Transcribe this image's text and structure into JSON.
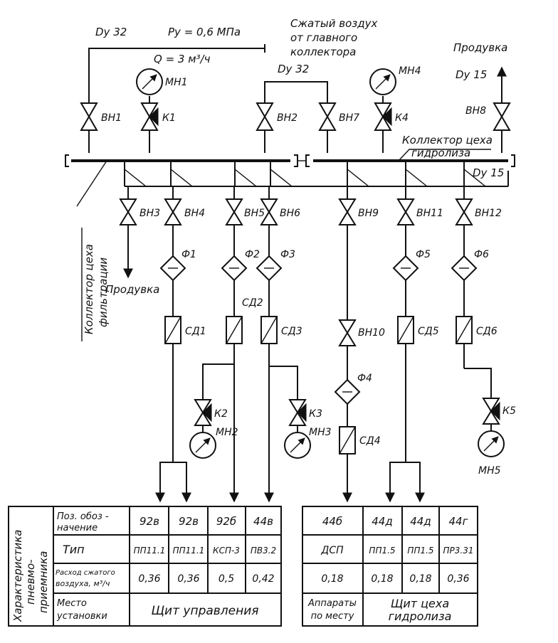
{
  "top": {
    "dy32_left": "Dy 32",
    "pressure": "Py = 0,6 МПа",
    "flow": "Q = 3 м³/ч",
    "supply_line1": "Сжатый воздух",
    "supply_line2": "от главного",
    "supply_line3": "коллектора",
    "dy32_mid": "Dy 32",
    "purge_top": "Продувка",
    "dy15_top": "Dy 15",
    "hydrolysis_line1": "Коллектор цеха",
    "hydrolysis_line2": "гидролиза",
    "dy15_bus": "Dy 15",
    "filtration_line1": "Коллектор цеха",
    "filtration_line2": "фильтрации",
    "purge_left": "Продувка"
  },
  "devices": {
    "bh1": "ВН1",
    "bh2": "ВН2",
    "bh3": "ВН3",
    "bh4": "ВН4",
    "bh5": "ВН5",
    "bh6": "ВН6",
    "bh7": "ВН7",
    "bh8": "ВН8",
    "bh9": "ВН9",
    "bh10": "ВН10",
    "bh11": "ВН11",
    "bh12": "ВН12",
    "k1": "К1",
    "k2": "К2",
    "k3": "К3",
    "k4": "К4",
    "k5": "К5",
    "mh1": "МН1",
    "mh2": "МН2",
    "mh3": "МН3",
    "mh4": "МН4",
    "mh5": "МН5",
    "f1": "Ф1",
    "f2": "Ф2",
    "f3": "Ф3",
    "f4": "Ф4",
    "f5": "Ф5",
    "f6": "Ф6",
    "sd1": "СД1",
    "sd2": "СД2",
    "sd3": "СД3",
    "sd4": "СД4",
    "sd5": "СД5",
    "sd6": "СД6"
  },
  "table": {
    "side_line1": "Характеристика",
    "side_line2": "пневмо-",
    "side_line3": "приемника",
    "row_pos_line1": "Поз. обоз -",
    "row_pos_line2": "начение",
    "row_type": "Тип",
    "row_flow_line1": "Расход сжатого",
    "row_flow_line2": "воздуха, м³/ч",
    "row_place_line1": "Место",
    "row_place_line2": "установки",
    "left_pos": [
      "92в",
      "92в",
      "92б",
      "44в"
    ],
    "left_type": [
      "ПП11.1",
      "ПП11.1",
      "КСП-3",
      "ПВ3.2"
    ],
    "left_flow": [
      "0,36",
      "0,36",
      "0,5",
      "0,42"
    ],
    "left_place": "Щит управления",
    "right_pos": [
      "44б",
      "44д",
      "44д",
      "44г"
    ],
    "right_type": [
      "ДСП",
      "ПП1.5",
      "ПП1.5",
      "ПР3.31"
    ],
    "right_flow": [
      "0,18",
      "0,18",
      "0,18",
      "0,36"
    ],
    "right_place_a_line1": "Аппараты",
    "right_place_a_line2": "по месту",
    "right_place_b_line1": "Щит цеха",
    "right_place_b_line2": "гидролиза"
  }
}
